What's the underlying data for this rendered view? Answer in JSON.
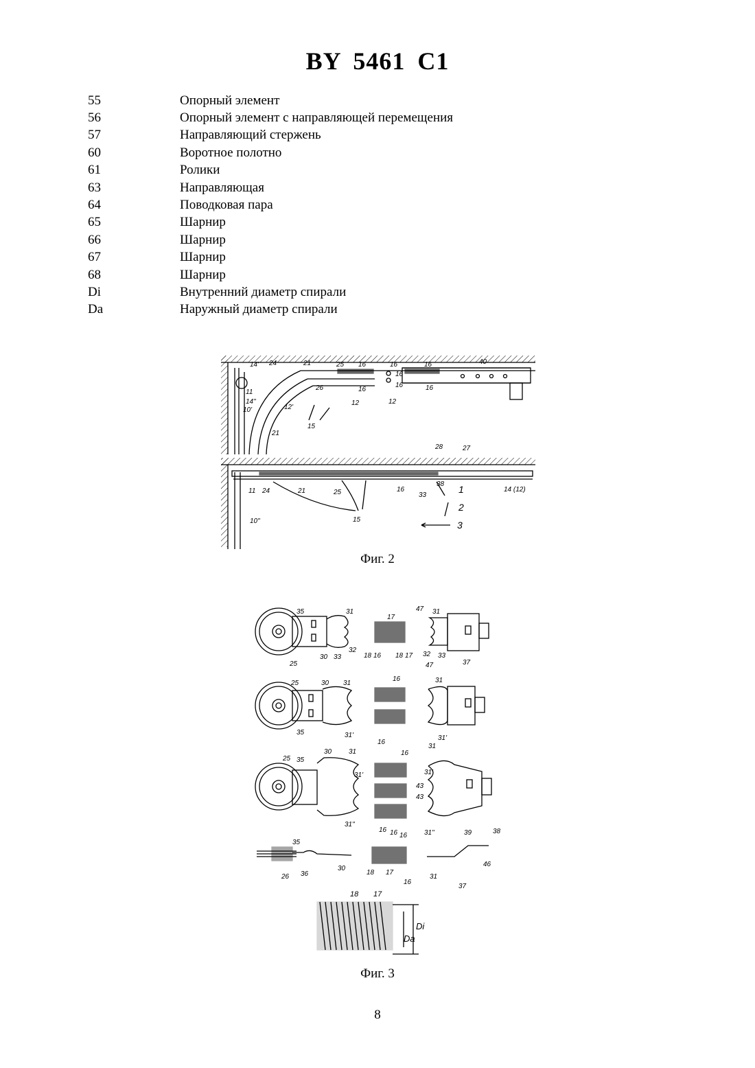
{
  "header": {
    "title": "BY 5461 C1"
  },
  "legend": [
    {
      "num": "55",
      "text": "Опорный элемент"
    },
    {
      "num": "56",
      "text": "Опорный элемент с направляющей перемещения"
    },
    {
      "num": "57",
      "text": "Направляющий стержень"
    },
    {
      "num": "60",
      "text": "Воротное полотно"
    },
    {
      "num": "61",
      "text": "Ролики"
    },
    {
      "num": "63",
      "text": "Направляющая"
    },
    {
      "num": "64",
      "text": "Поводковая пара"
    },
    {
      "num": "65",
      "text": "Шарнир"
    },
    {
      "num": "66",
      "text": "Шарнир"
    },
    {
      "num": "67",
      "text": "Шарнир"
    },
    {
      "num": "68",
      "text": "Шарнир"
    },
    {
      "num": "Di",
      "text": "Внутренний диаметр спирали"
    },
    {
      "num": "Da",
      "text": "Наружный диаметр спирали"
    }
  ],
  "figure2": {
    "caption": "Фиг. 2",
    "labels": {
      "l14p": "14'",
      "l24": "24",
      "l21a": "21",
      "l25": "25",
      "l16a": "16",
      "l16b": "16",
      "l16c": "16",
      "l16d": "16",
      "l16e": "16",
      "l16f": "16",
      "l40": "40",
      "l11": "11",
      "l14pp": "14\"",
      "l10p": "10'",
      "l26": "26",
      "l16g": "16",
      "l12a": "12",
      "l12b": "12",
      "l12p": "12'",
      "l15a": "15",
      "l21b": "21",
      "l28": "28",
      "l27": "27",
      "l11b": "11",
      "l24b": "24",
      "l21c": "21",
      "l25b": "25",
      "l16h": "16",
      "l38": "38",
      "l33": "33",
      "l1": "1",
      "l14_12": "14 (12)",
      "l2": "2",
      "l15b": "15",
      "l3": "3",
      "l10pp": "10\""
    }
  },
  "figure3": {
    "caption": "Фиг. 3",
    "labels": {
      "r1_35": "35",
      "r1_31": "31",
      "r1_25": "25",
      "r1_30": "30",
      "r1_33": "33",
      "r1_32": "32",
      "r1_17a": "17",
      "r1_18a": "18",
      "r1_16": "16",
      "r1_18b": "18",
      "r1_17b": "17",
      "r1_47a": "47",
      "r1_31b": "31",
      "r1_32b": "32",
      "r1_47b": "47",
      "r1_33b": "33",
      "r1_37": "37",
      "r2_25": "25",
      "r2_30": "30",
      "r2_31": "31",
      "r2_35": "35",
      "r2_31p": "31'",
      "r2_16a": "16",
      "r2_16b": "16",
      "r2_31c": "31",
      "r2_31pb": "31'",
      "r3_25": "25",
      "r3_35": "35",
      "r3_30": "30",
      "r3_31": "31",
      "r3_31p": "31'",
      "r3_31pp": "31\"",
      "r3_16a": "16",
      "r3_16b": "16",
      "r3_31c": "31",
      "r3_31pc": "31'",
      "r3_43a": "43",
      "r3_43b": "43",
      "r3_31ppc": "31\"",
      "r4_35": "35",
      "r4_26": "26",
      "r4_36": "36",
      "r4_30": "30",
      "r4_16a": "16",
      "r4_16b": "16",
      "r4_18": "18",
      "r4_17": "17",
      "r4_16c": "16",
      "r4_39": "39",
      "r4_38": "38",
      "r4_46": "46",
      "r4_31": "31",
      "r4_37": "37",
      "c_18": "18",
      "c_17": "17",
      "c_Di": "Di",
      "c_Da": "Da"
    }
  },
  "footer": {
    "page_number": "8"
  }
}
